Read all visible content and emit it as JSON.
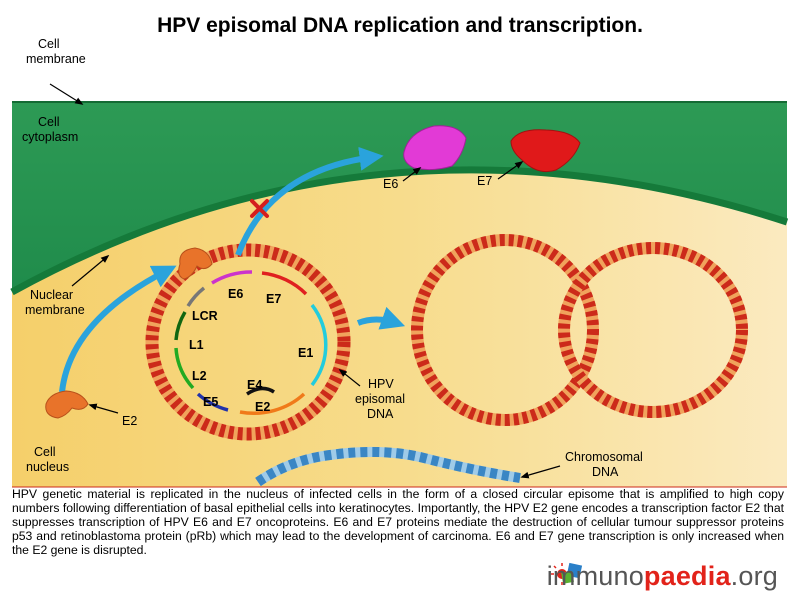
{
  "title": "HPV episomal DNA replication and transcription.",
  "labels": {
    "cell_membrane_1": "Cell",
    "cell_membrane_2": "membrane",
    "cell_cytoplasm_1": "Cell",
    "cell_cytoplasm_2": "cytoplasm",
    "nuclear_membrane_1": "Nuclear",
    "nuclear_membrane_2": "membrane",
    "cell_nucleus_1": "Cell",
    "cell_nucleus_2": "nucleus",
    "e2_protein": "E2",
    "e6_protein": "E6",
    "e7_protein": "E7",
    "hpv_episomal_1": "HPV",
    "hpv_episomal_2": "episomal",
    "hpv_episomal_3": "DNA",
    "chromosomal_1": "Chromosomal",
    "chromosomal_2": "DNA"
  },
  "genes": {
    "e6": "E6",
    "e7": "E7",
    "lcr": "LCR",
    "l1": "L1",
    "l2": "L2",
    "e1": "E1",
    "e4": "E4",
    "e5": "E5",
    "e2": "E2"
  },
  "colors": {
    "cytoplasm": "#1e8a4a",
    "nucleus": "#f2d277",
    "dna_red": "#cc2a1a",
    "dna_orange": "#f0a35c",
    "arrow_blue": "#2aa3dc",
    "protein_orange": "#e8732a",
    "e6_magenta": "#e23ad6",
    "e7_red": "#e0191a",
    "chromosomal_blue": "#3a86c4",
    "block_x": "#d41e1e",
    "gene_e6": "#cc33cc",
    "gene_e7": "#e02020",
    "gene_e1": "#22ccdd",
    "gene_e2": "#f07a1a",
    "gene_e5": "#2233aa",
    "gene_l2": "#22aa22",
    "gene_l1": "#116611",
    "gene_lcr": "#777777",
    "gene_e4": "#111111"
  },
  "caption": "HPV genetic material is replicated in the nucleus of infected cells in the form of a closed circular episome that is amplified to high copy numbers following differentiation of basal epithelial cells into keratinocytes. Importantly, the HPV E2 gene encodes a transcription factor E2 that suppresses transcription of HPV E6 and E7 oncoproteins. E6 and E7 proteins mediate the destruction of cellular tumour suppressor proteins p53 and retinoblastoma protein (pRb) which may lead to the development of carcinoma. E6 and E7 gene transcription is only increased when the E2 gene is disrupted.",
  "logo": {
    "part1": "immuno",
    "part2": "paedia",
    "part3": ".org"
  }
}
